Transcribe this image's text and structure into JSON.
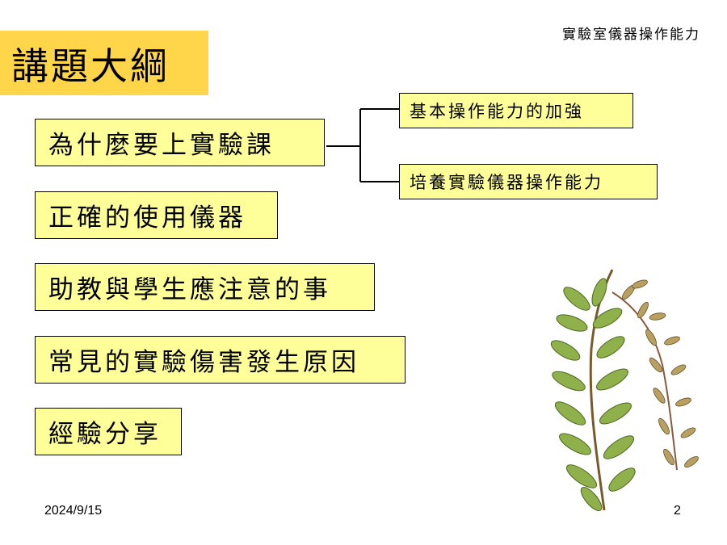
{
  "header": {
    "title": "實驗室儀器操作能力"
  },
  "outline": {
    "title": "講題大綱"
  },
  "items": [
    "為什麼要上實驗課",
    "正確的使用儀器",
    "助教與學生應注意的事",
    "常見的實驗傷害發生原因",
    "經驗分享"
  ],
  "sub_items": [
    "基本操作能力的加強",
    "培養實驗儀器操作能力"
  ],
  "footer": {
    "date": "2024/9/15",
    "page": "2"
  },
  "colors": {
    "title_bg": "#ffd54a",
    "box_bg": "#ffff99"
  },
  "decoration": {
    "image": "plant-illustration"
  }
}
